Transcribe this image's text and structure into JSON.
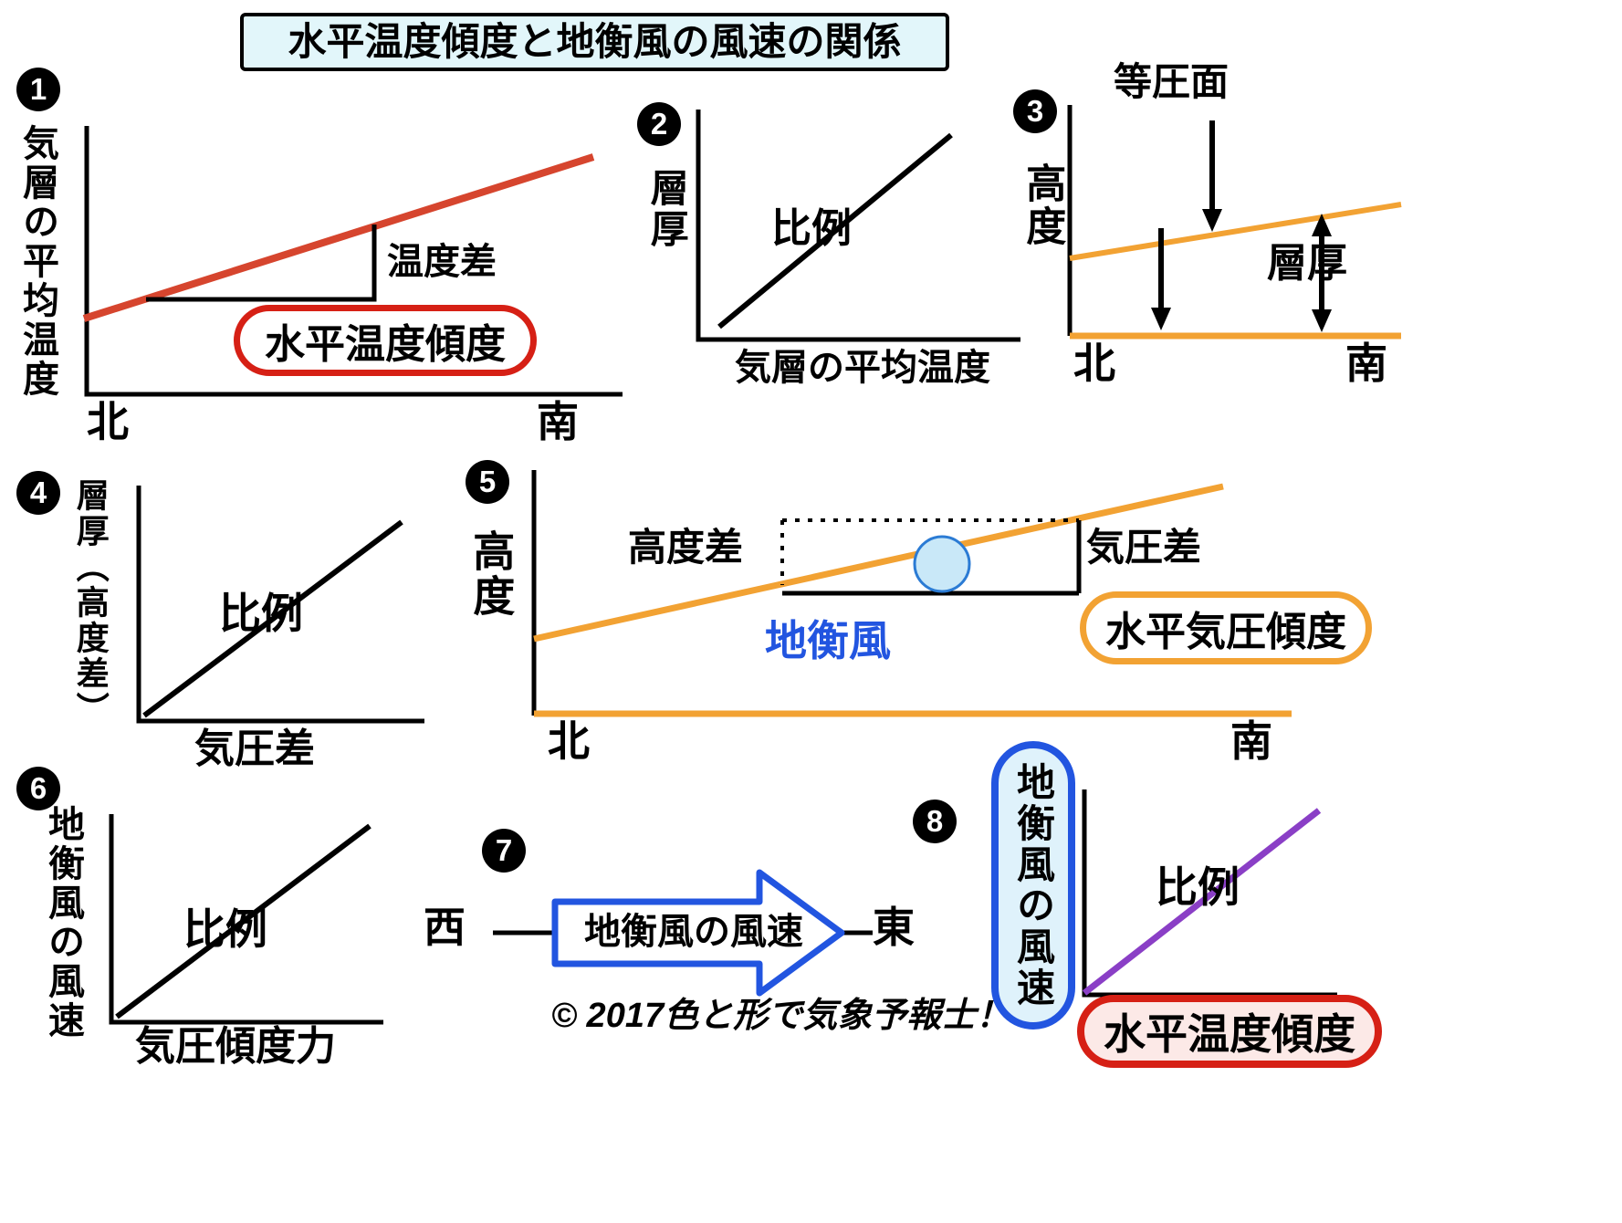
{
  "title": "水平温度傾度と地衡風の風速の関係",
  "copyright": "© 2017色と形で気象予報士！",
  "panel1": {
    "number": "1",
    "y_axis_label": "気層の平均温度",
    "temp_diff_label": "温度差",
    "badge_label": "水平温度傾度",
    "x_left_label": "北",
    "x_right_label": "南"
  },
  "panel2": {
    "number": "2",
    "y_axis_label": "層厚",
    "proportional_label": "比例",
    "x_axis_label": "気層の平均温度"
  },
  "panel3": {
    "number": "3",
    "isobaric_label": "等圧面",
    "y_axis_label": "高度",
    "thickness_label": "層厚",
    "x_left_label": "北",
    "x_right_label": "南"
  },
  "panel4": {
    "number": "4",
    "y_axis_label": "層厚（高度差）",
    "proportional_label": "比例",
    "x_axis_label": "気圧差"
  },
  "panel5": {
    "number": "5",
    "y_axis_label": "高度",
    "height_diff_label": "高度差",
    "pressure_diff_label": "気圧差",
    "geostrophic_label": "地衡風",
    "badge_label": "水平気圧傾度",
    "x_left_label": "北",
    "x_right_label": "南"
  },
  "panel6": {
    "number": "6",
    "y_axis_label": "地衡風の風速",
    "proportional_label": "比例",
    "x_axis_label": "気圧傾度力"
  },
  "panel7": {
    "number": "7",
    "west_label": "西",
    "arrow_label": "地衡風の風速",
    "east_label": "東"
  },
  "panel8": {
    "number": "8",
    "side_badge_label": "地衡風の風速",
    "proportional_label": "比例",
    "bottom_badge_label": "水平温度傾度"
  },
  "colors": {
    "red_line": "#d6452e",
    "red_border": "#d62015",
    "orange": "#f2a233",
    "blue": "#2255e0",
    "purple": "#8a3fc6",
    "parcel_fill": "#c9e8f8",
    "title_bg": "#e2f6fa",
    "side_badge_fill": "#dff2fb",
    "bottom_badge_fill": "#fce9e7"
  }
}
